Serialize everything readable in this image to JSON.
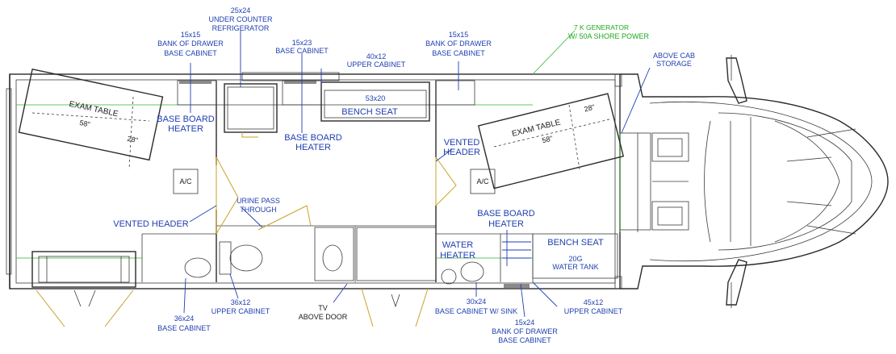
{
  "labels": {
    "under_counter_ref_1": "25x24",
    "under_counter_ref_2": "UNDER COUNTER",
    "under_counter_ref_3": "REFRIGERATOR",
    "bank_left_1": "15x15",
    "bank_left_2": "BANK OF DRAWER",
    "bank_left_3": "BASE CABINET",
    "base_cab_15x23_1": "15x23",
    "base_cab_15x23_2": "BASE CABINET",
    "upper_40x12_1": "40x12",
    "upper_40x12_2": "UPPER CABINET",
    "bank_right_1": "15x15",
    "bank_right_2": "BANK OF DRAWER",
    "bank_right_3": "BASE CABINET",
    "generator_1": "7 K GENERATOR",
    "generator_2": "W/ 50A SHORE POWER",
    "above_cab_1": "ABOVE CAB",
    "above_cab_2": "STORAGE",
    "bench_top_dim": "53x20",
    "bench_top": "BENCH SEAT",
    "exam_left": "EXAM TABLE",
    "exam_left_len": "58\"",
    "exam_left_w": "28\"",
    "exam_right": "EXAM TABLE",
    "exam_right_len": "58\"",
    "exam_right_w": "28\"",
    "bbh_left_1": "BASE BOARD",
    "bbh_left_2": "HEATER",
    "bbh_mid_1": "BASE BOARD",
    "bbh_mid_2": "HEATER",
    "vented_header_right_1": "VENTED",
    "vented_header_right_2": "HEADER",
    "ac_left": "A/C",
    "ac_right": "A/C",
    "urine_pass_1": "URINE PASS",
    "urine_pass_2": "THROUGH",
    "vented_header_left": "VENTED HEADER",
    "bbh_right_1": "BASE BOARD",
    "bbh_right_2": "HEATER",
    "water_heater_1": "WATER",
    "water_heater_2": "HEATER",
    "bench_right": "BENCH SEAT",
    "water_tank_1": "20G",
    "water_tank_2": "WATER TANK",
    "upper_36x12_1": "36x12",
    "upper_36x12_2": "UPPER CABINET",
    "base_36x24_1": "36x24",
    "base_36x24_2": "BASE CABINET",
    "tv_1": "TV",
    "tv_2": "ABOVE DOOR",
    "sink_cab_1": "30x24",
    "sink_cab_2": "BASE CABINET W/ SINK",
    "upper_45x12_1": "45x12",
    "upper_45x12_2": "UPPER CABINET",
    "bank_bottom_1": "15x24",
    "bank_bottom_2": "BANK OF DRAWER",
    "bank_bottom_3": "BASE CABINET"
  },
  "colors": {
    "label_blue": "#1f3fb0",
    "label_dark": "#1a1a1a",
    "leader_green": "#1ca81c",
    "door_yellow": "#c9a227",
    "wall": "#2b2b2b"
  }
}
